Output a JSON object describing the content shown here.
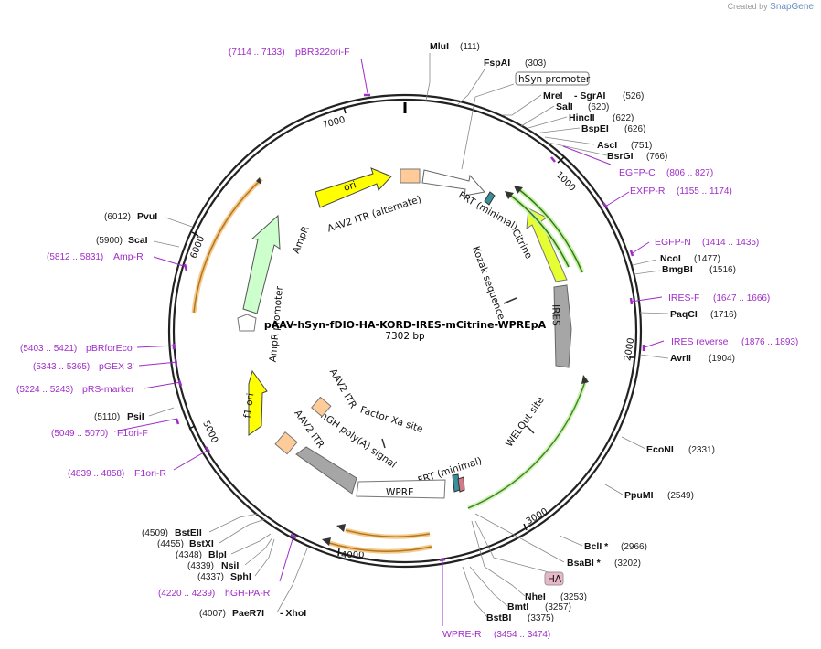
{
  "credit": {
    "prefix": "Created by",
    "brand": "SnapGene"
  },
  "plasmid": {
    "name": "pAAV-hSyn-fDIO-HA-KORD-IRES-mCitrine-WPREpA",
    "size": "7302 bp"
  },
  "ticks": [
    "1000",
    "2000",
    "3000",
    "4000",
    "5000",
    "6000",
    "7000"
  ],
  "enzymes": [
    {
      "name": "MluI",
      "pos": "(111)"
    },
    {
      "name": "FspAI",
      "pos": "(303)"
    },
    {
      "name": "MreI",
      "extra": "- SgrAI",
      "pos": "(526)"
    },
    {
      "name": "SalI",
      "pos": "(620)"
    },
    {
      "name": "HincII",
      "pos": "(622)"
    },
    {
      "name": "BspEI",
      "pos": "(626)"
    },
    {
      "name": "AscI",
      "pos": "(751)"
    },
    {
      "name": "BsrGI",
      "pos": "(766)"
    },
    {
      "name": "NcoI",
      "pos": "(1477)"
    },
    {
      "name": "BmgBI",
      "pos": "(1516)"
    },
    {
      "name": "PaqCI",
      "pos": "(1716)"
    },
    {
      "name": "AvrII",
      "pos": "(1904)"
    },
    {
      "name": "EcoNI",
      "pos": "(2331)"
    },
    {
      "name": "PpuMI",
      "pos": "(2549)"
    },
    {
      "name": "BclI *",
      "pos": "(2966)"
    },
    {
      "name": "BsaBI *",
      "pos": "(3202)"
    },
    {
      "name": "NheI",
      "pos": "(3253)"
    },
    {
      "name": "BmtI",
      "pos": "(3257)"
    },
    {
      "name": "BstBI",
      "pos": "(3375)"
    },
    {
      "name": "PaeR7I",
      "extra": "- XhoI",
      "pos": "(4007)"
    },
    {
      "name": "SphI",
      "pos": "(4337)"
    },
    {
      "name": "NsiI",
      "pos": "(4339)"
    },
    {
      "name": "BlpI",
      "pos": "(4348)"
    },
    {
      "name": "BstXI",
      "pos": "(4455)"
    },
    {
      "name": "BstEII",
      "pos": "(4509)"
    },
    {
      "name": "PsiI",
      "pos": "(5110)"
    },
    {
      "name": "ScaI",
      "pos": "(5900)"
    },
    {
      "name": "PvuI",
      "pos": "(6012)"
    }
  ],
  "primers": [
    {
      "name": "pBR322ori-F",
      "pos": "(7114 .. 7133)"
    },
    {
      "name": "EGFP-C",
      "pos": "(806 .. 827)"
    },
    {
      "name": "EXFP-R",
      "pos": "(1155 .. 1174)"
    },
    {
      "name": "EGFP-N",
      "pos": "(1414 .. 1435)"
    },
    {
      "name": "IRES-F",
      "pos": "(1647 .. 1666)"
    },
    {
      "name": "IRES reverse",
      "pos": "(1876 .. 1893)"
    },
    {
      "name": "WPRE-R",
      "pos": "(3454 .. 3474)"
    },
    {
      "name": "hGH-PA-R",
      "pos": "(4220 .. 4239)"
    },
    {
      "name": "F1ori-R",
      "pos": "(4839 .. 4858)"
    },
    {
      "name": "F1ori-F",
      "pos": "(5049 .. 5070)"
    },
    {
      "name": "pRS-marker",
      "pos": "(5224 .. 5243)"
    },
    {
      "name": "pGEX 3'",
      "pos": "(5343 .. 5365)"
    },
    {
      "name": "pBRforEco",
      "pos": "(5403 .. 5421)"
    },
    {
      "name": "Amp-R",
      "pos": "(5812 .. 5831)"
    }
  ],
  "boxed_labels": {
    "hsyn": "hSyn promoter",
    "ha": "HA"
  },
  "features": {
    "ori": "ori",
    "itr_alt": "AAV2 ITR (alternate)",
    "ampr": "AmpR",
    "ampr_promoter": "AmpR promoter",
    "frt_top": "FRT (minimal)",
    "citrine": "Citrine",
    "kozak": "Kozak sequence",
    "ires": "IRES",
    "welqut": "WELQut site",
    "frt_bottom": "FRT (minimal)",
    "wpre": "WPRE",
    "factor_xa": "Factor Xa site",
    "hgh": "hGH poly(A) signal",
    "itr1": "AAV2 ITR",
    "itr2": "AAV2 ITR",
    "f1ori": "f1 ori"
  },
  "colors": {
    "backbone": "#222222",
    "primer": "#a02cc8",
    "ori": "#ffff00",
    "ampr": "#ccffcc",
    "citrine": "#e6ff33",
    "ires": "#a6a6a6",
    "itr": "#ffcc99",
    "orf_outline": "#88cc44"
  }
}
